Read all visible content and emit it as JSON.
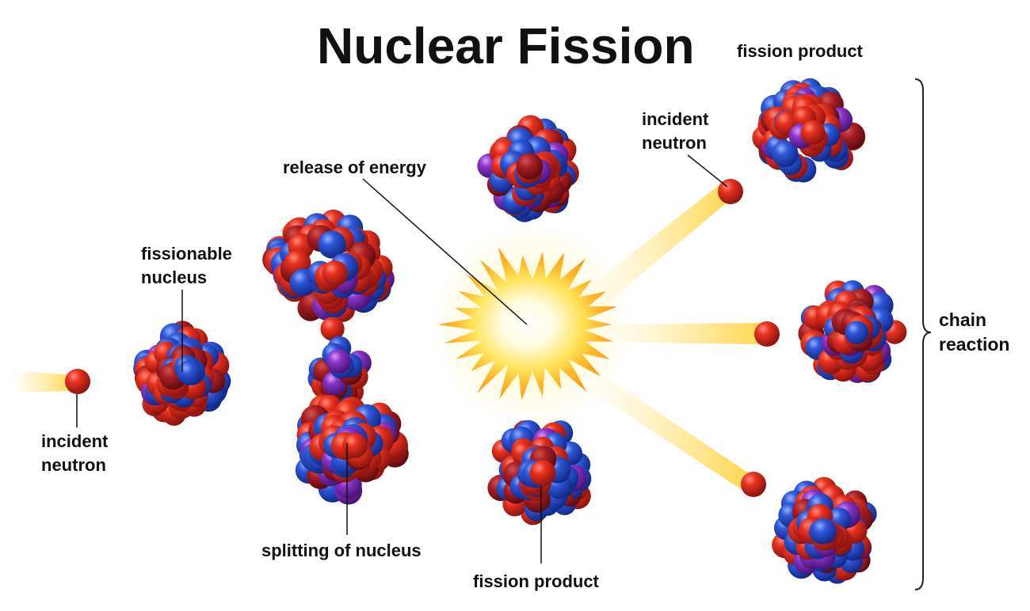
{
  "title": "Nuclear Fission",
  "labels": {
    "fission_product_top": "fission product",
    "incident_neutron_right_l1": "incident",
    "incident_neutron_right_l2": "neutron",
    "release_of_energy": "release of energy",
    "fissionable_nucleus_l1": "fissionable",
    "fissionable_nucleus_l2": "nucleus",
    "incident_neutron_left_l1": "incident",
    "incident_neutron_left_l2": "neutron",
    "splitting_of_nucleus": "splitting of nucleus",
    "fission_product_bottom": "fission product",
    "chain_reaction_l1": "chain",
    "chain_reaction_l2": "reaction"
  },
  "colors": {
    "proton": "#e0301e",
    "neutron_particle": "#2f57d8",
    "purple_particle": "#8a35c8",
    "dark_red": "#a81d22",
    "glow": "#ffd84a",
    "beam": "#ffdf6a"
  }
}
